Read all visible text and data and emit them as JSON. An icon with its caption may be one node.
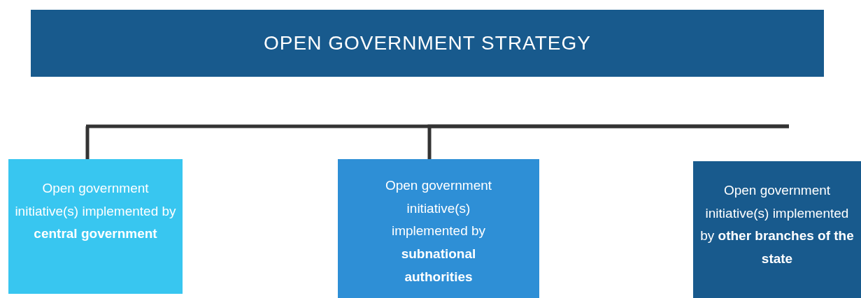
{
  "diagram": {
    "nodes": [
      {
        "text": [
          "OPEN GOVERNMENT STRATEGY"
        ]
      },
      {
        "text": [
          "Open government initiative(s) implemented by **central government**"
        ]
      },
      {
        "text": [
          "Open government initiative(s) implemented by **subnational authorities**"
        ]
      },
      {
        "text": [
          "Open government initiative(s) implemented by **other branches of the state**"
        ]
      }
    ],
    "edges": [
      {
        "from": null,
        "to": 1,
        "arrow": "none"
      },
      {
        "from": null,
        "to": 2,
        "arrow": "none"
      }
    ]
  }
}
